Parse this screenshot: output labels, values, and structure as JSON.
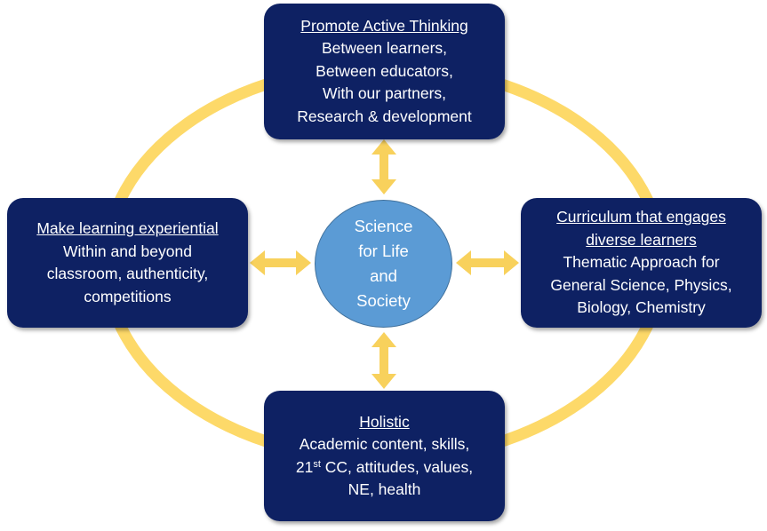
{
  "center": {
    "lines": [
      "Science",
      "for Life",
      "and",
      "Society"
    ]
  },
  "top": {
    "title": "Promote Active Thinking",
    "lines": [
      "Between learners,",
      "Between educators,",
      "With our partners,",
      "Research & development"
    ]
  },
  "left": {
    "title": "Make learning experiential",
    "lines": [
      "Within and beyond",
      "classroom, authenticity,",
      "competitions"
    ]
  },
  "right": {
    "title_lines": [
      "Curriculum that engages",
      "diverse learners"
    ],
    "lines": [
      "Thematic Approach for",
      "General Science, Physics,",
      "Biology, Chemistry"
    ]
  },
  "bottom": {
    "title": "Holistic",
    "line1": "Academic content, skills,",
    "line2_pre": "21",
    "line2_sup": "st",
    "line2_post": " CC, attitudes, values,",
    "line3": "NE, health"
  },
  "colors": {
    "box_fill": "#0e2163",
    "circle_fill": "#5b9bd5",
    "ring": "#fdd969",
    "arrow": "#f8d15c",
    "text": "#ffffff"
  }
}
